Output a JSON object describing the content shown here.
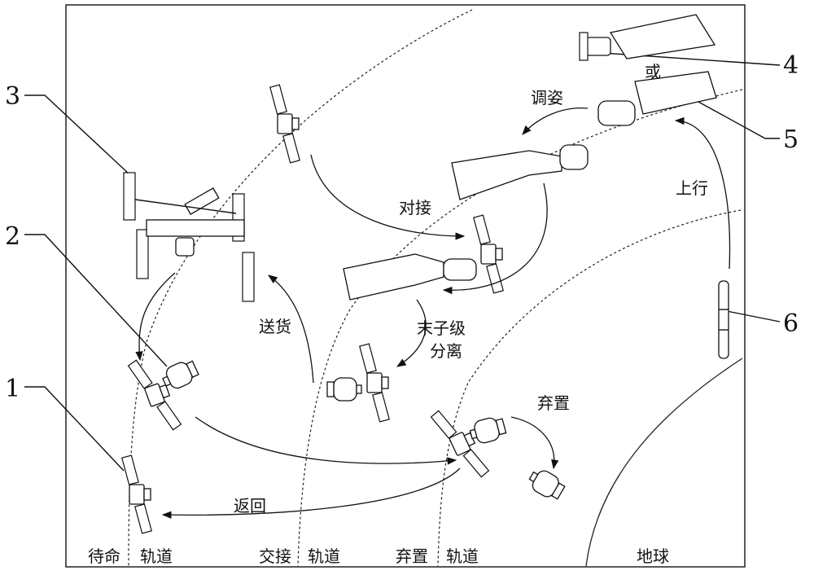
{
  "labels": {
    "huo": "或",
    "tiaozi": "调姿",
    "duijie": "对接",
    "shangxing": "上行",
    "songhuo": "送货",
    "mozijiline1": "末子级",
    "mozijiline2": "分离",
    "qizhi": "弃置",
    "fanhui": "返回",
    "daiming_orbit": "待命",
    "jiaojie_orbit": "交接",
    "qizhi_orbit": "弃置",
    "guidao1": "轨道",
    "guidao2": "轨道",
    "guidao3": "轨道",
    "earth": "地球"
  },
  "callouts": [
    "1",
    "2",
    "3",
    "4",
    "5",
    "6"
  ]
}
